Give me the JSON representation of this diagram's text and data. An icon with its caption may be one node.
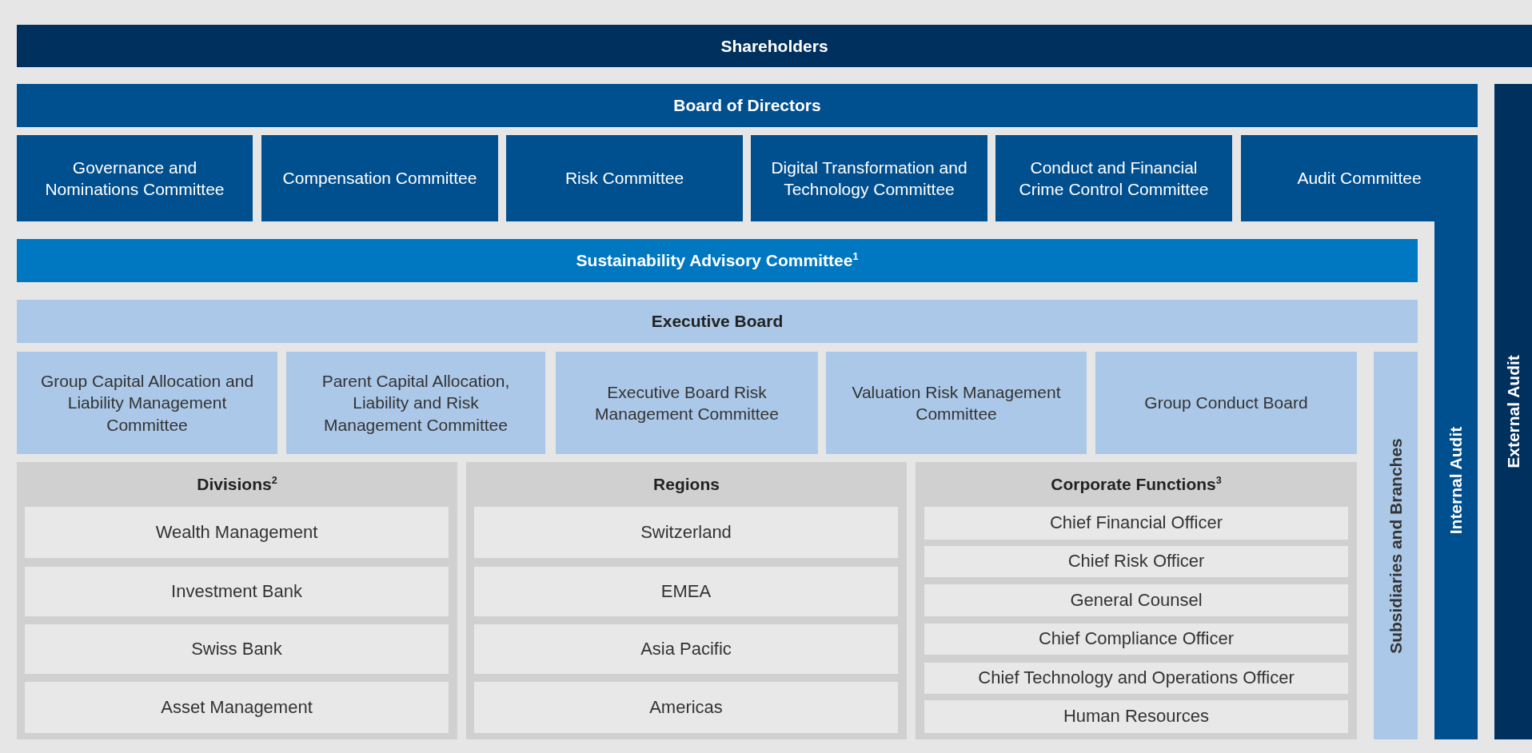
{
  "diagram": {
    "nodes": [
      {
        "text": [
          "Shareholders"
        ]
      },
      {
        "text": [
          "Board of Directors"
        ]
      },
      {
        "text": [
          "Governance and Nominations Committee"
        ]
      },
      {
        "text": [
          "Compensation Committee"
        ]
      },
      {
        "text": [
          "Risk Committee"
        ]
      },
      {
        "text": [
          "Digital Transformation and Technology Committee"
        ]
      },
      {
        "text": [
          "Conduct and Financial Crime Control Committee"
        ]
      },
      {
        "text": [
          "Audit Committee"
        ]
      },
      {
        "text": [
          "External Audit"
        ]
      },
      {
        "text": [
          "Internal Audit"
        ]
      },
      {
        "text": [
          "Sustainability Advisory Committee$^{1}$"
        ]
      },
      {
        "text": [
          "Executive Board"
        ]
      },
      {
        "text": [
          "Group Capital Allocation and Liability Management Committee"
        ]
      },
      {
        "text": [
          "Parent Capital Allocation, Liability and Risk Management Committee"
        ]
      },
      {
        "text": [
          "Executive Board Risk Management Committee"
        ]
      },
      {
        "text": [
          "Valuation Risk Management Committee"
        ]
      },
      {
        "text": [
          "Group Conduct Board"
        ]
      },
      {
        "text": [
          "Subsidiaries and Branches"
        ]
      },
      {
        "text": [
          "Divisions$^{2}$"
        ]
      },
      {
        "text": [
          "Wealth Management"
        ],
        "in": 18
      },
      {
        "text": [
          "Investment Bank"
        ],
        "in": 18
      },
      {
        "text": [
          "Swiss Bank"
        ],
        "in": 18
      },
      {
        "text": [
          "Asset Management"
        ],
        "in": 18
      },
      {
        "text": [
          "Regions"
        ]
      },
      {
        "text": [
          "Switzerland"
        ],
        "in": 23
      },
      {
        "text": [
          "EMEA"
        ],
        "in": 23
      },
      {
        "text": [
          "Asia Pacific"
        ],
        "in": 23
      },
      {
        "text": [
          "Americas"
        ],
        "in": 23
      },
      {
        "text": [
          "Corporate Functions$^{3}$"
        ]
      },
      {
        "text": [
          "Chief Financial Officer"
        ],
        "in": 28
      },
      {
        "text": [
          "Chief Risk Officer"
        ],
        "in": 28
      },
      {
        "text": [
          "General Counsel"
        ],
        "in": 28
      },
      {
        "text": [
          "Chief Compliance Officer"
        ],
        "in": 28
      },
      {
        "text": [
          "Chief Technology and Operations Officer"
        ],
        "in": 28
      },
      {
        "text": [
          "Human Resources"
        ],
        "in": 28
      }
    ]
  }
}
